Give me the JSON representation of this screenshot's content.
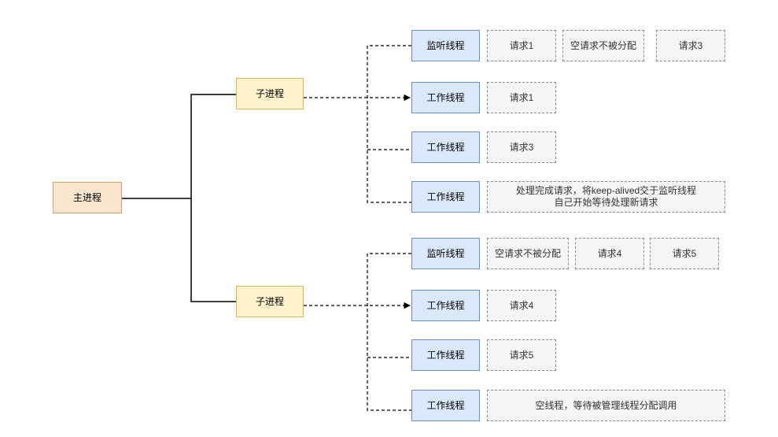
{
  "main_process": "主进程",
  "child_processes": [
    {
      "label": "子进程",
      "threads": [
        {
          "label": "监听线程",
          "requests": [
            "请求1",
            "空请求不被分配",
            "请求3"
          ]
        },
        {
          "label": "工作线程",
          "requests": [
            "请求1"
          ]
        },
        {
          "label": "工作线程",
          "requests": [
            "请求3"
          ]
        },
        {
          "label": "工作线程",
          "requests": [
            "处理完成请求，将keep-alived交于监听线程\n自己开始等待处理新请求"
          ]
        }
      ]
    },
    {
      "label": "子进程",
      "threads": [
        {
          "label": "监听线程",
          "requests": [
            "空请求不被分配",
            "请求4",
            "请求5"
          ]
        },
        {
          "label": "工作线程",
          "requests": [
            "请求4"
          ]
        },
        {
          "label": "工作线程",
          "requests": [
            "请求5"
          ]
        },
        {
          "label": "工作线程",
          "requests": [
            "空线程，等待被管理线程分配调用"
          ]
        }
      ]
    }
  ]
}
